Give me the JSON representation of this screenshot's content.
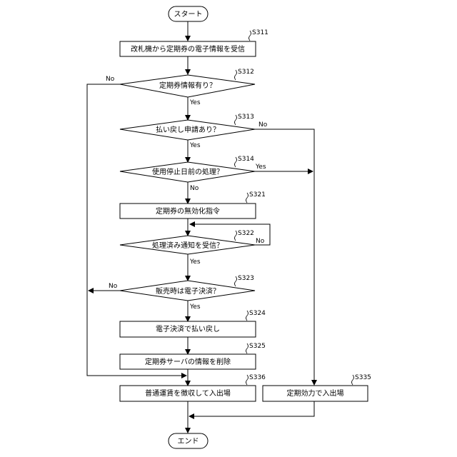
{
  "nodes": {
    "start": "スタート",
    "s311": "改札機から定期券の電子情報を受信",
    "s312": "定期券情報有り？",
    "s313": "払い戻し申請あり？",
    "s314": "使用停止日前の処理？",
    "s321": "定期券の無効化指令",
    "s322": "処理済み通知を受信？",
    "s323": "販売時は電子決済？",
    "s324": "電子決済で払い戻し",
    "s325": "定期券サーバの情報を削除",
    "s336": "普通運賃を徴収して入出場",
    "s335": "定期効力で入出場",
    "end": "エンド"
  },
  "steps": {
    "s311": "S311",
    "s312": "S312",
    "s313": "S313",
    "s314": "S314",
    "s321": "S321",
    "s322": "S322",
    "s323": "S323",
    "s324": "S324",
    "s325": "S325",
    "s336": "S336",
    "s335": "S335"
  },
  "edge_labels": {
    "yes": "Yes",
    "no": "No"
  }
}
